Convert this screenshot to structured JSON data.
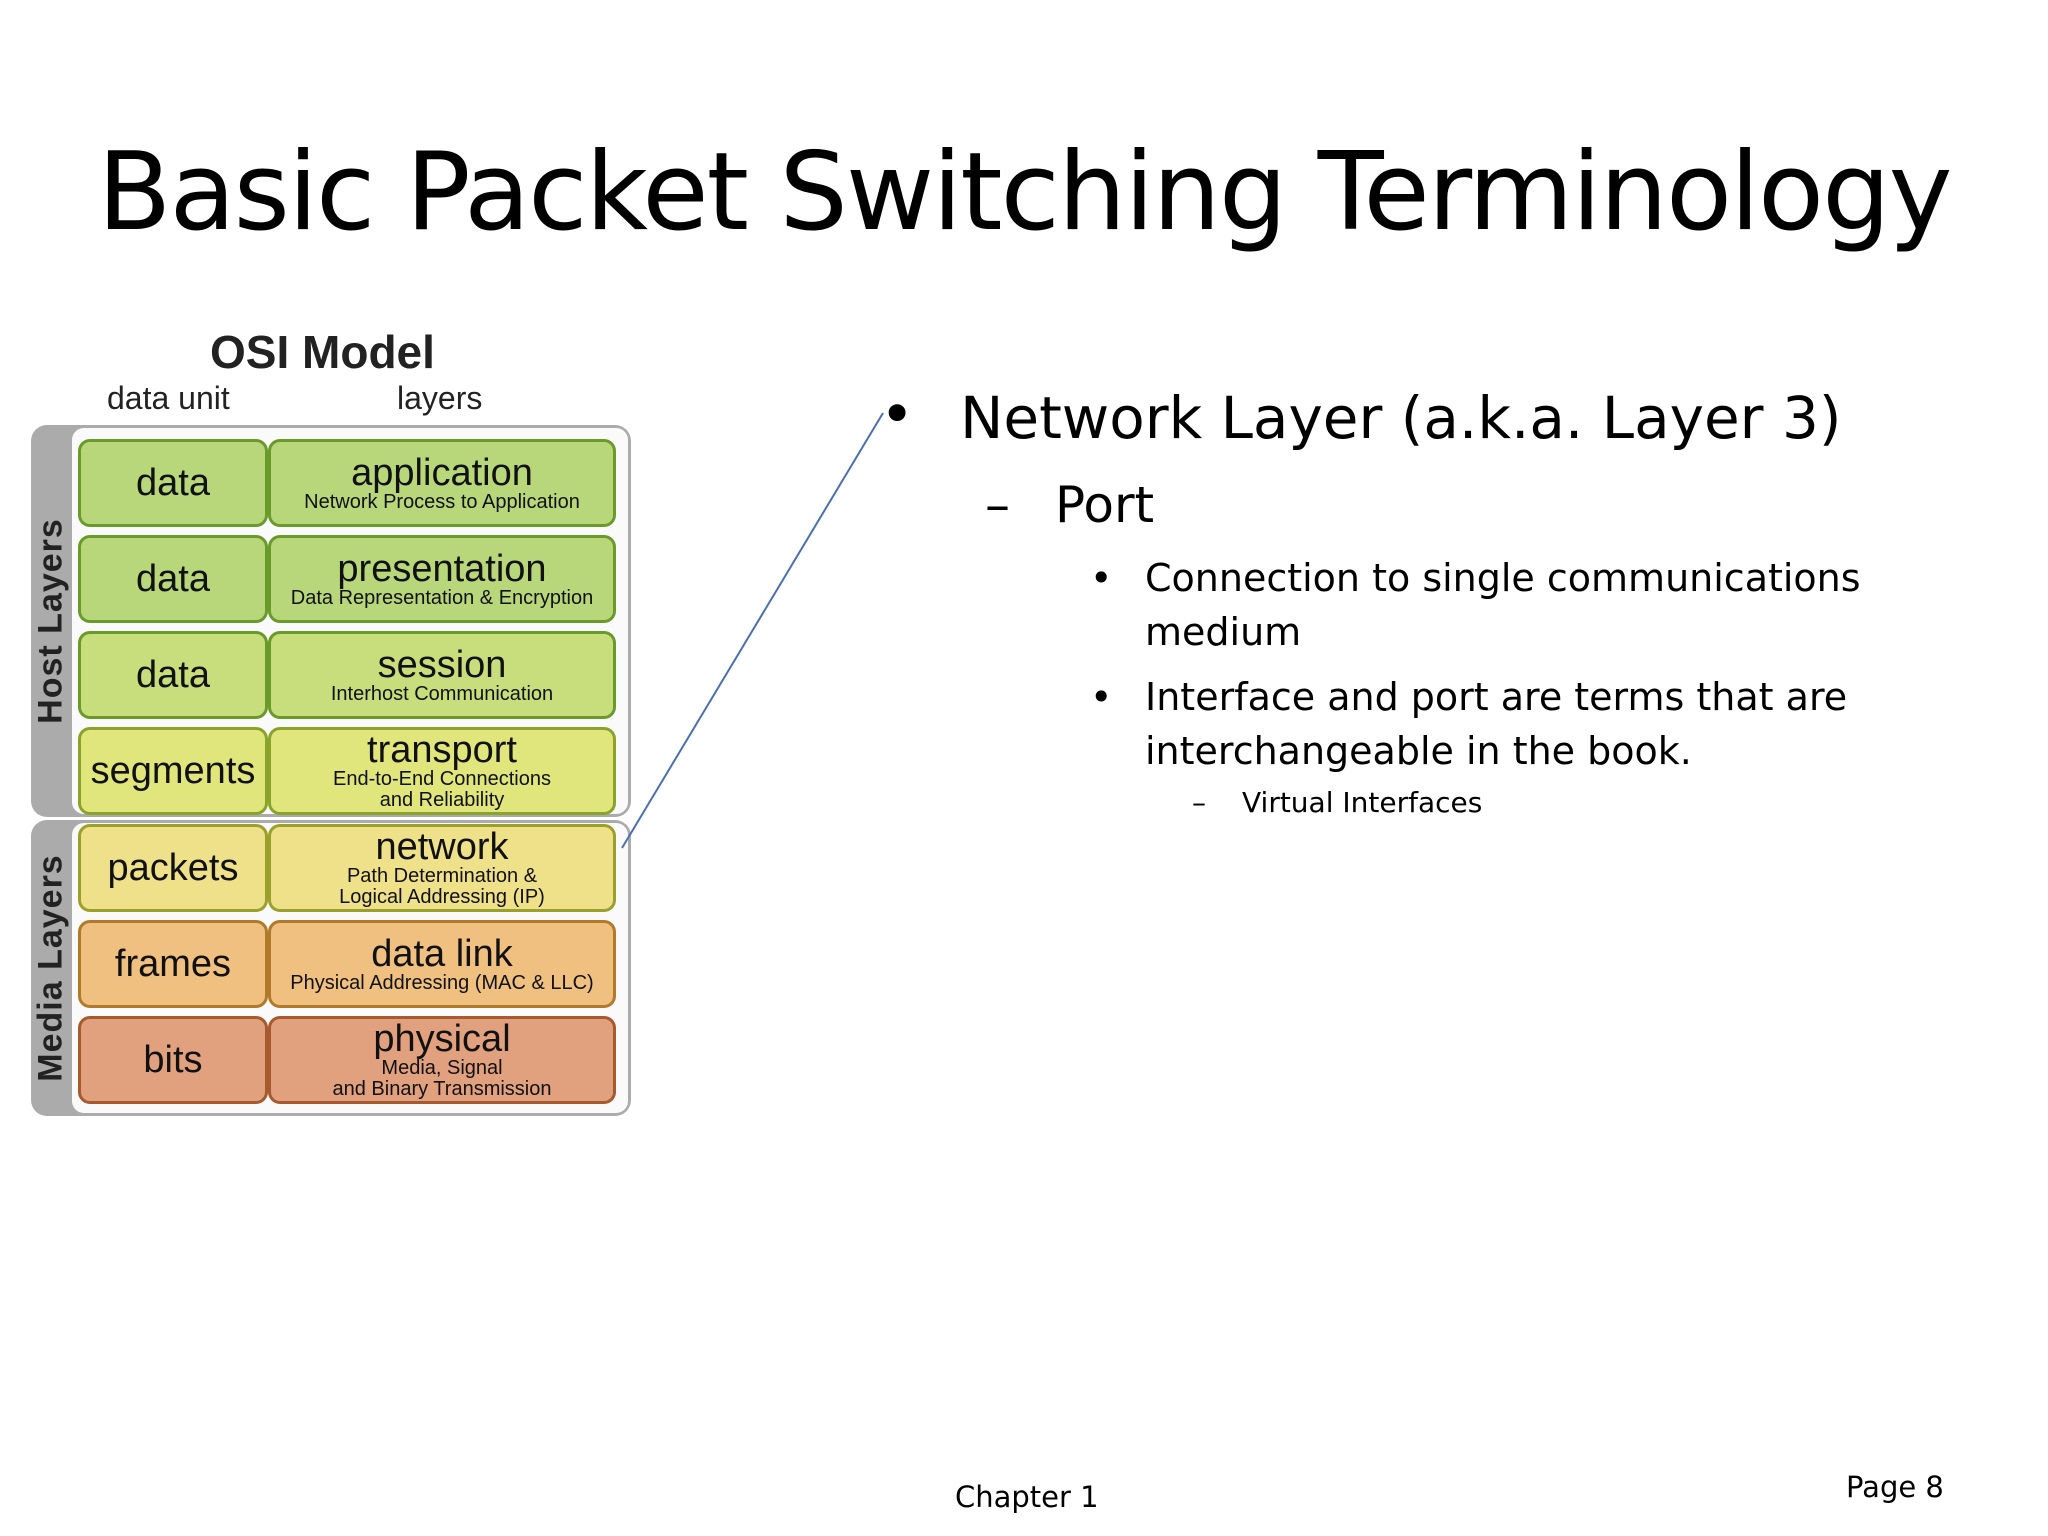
{
  "slide": {
    "title": "Basic Packet Switching Terminology",
    "footer_center": "Chapter 1",
    "footer_right": "Page 8"
  },
  "osi": {
    "title": "OSI Model",
    "col_unit": "data unit",
    "col_layers": "layers",
    "host_label": "Host Layers",
    "media_label": "Media Layers",
    "rows": [
      {
        "unit": "data",
        "layer": "application",
        "desc": [
          "Network Process to Application"
        ]
      },
      {
        "unit": "data",
        "layer": "presentation",
        "desc": [
          "Data Representation & Encryption"
        ]
      },
      {
        "unit": "data",
        "layer": "session",
        "desc": [
          "Interhost Communication"
        ]
      },
      {
        "unit": "segments",
        "layer": "transport",
        "desc": [
          "End-to-End Connections",
          "and Reliability"
        ]
      },
      {
        "unit": "packets",
        "layer": "network",
        "desc": [
          "Path Determination &",
          "Logical Addressing (IP)"
        ]
      },
      {
        "unit": "frames",
        "layer": "data link",
        "desc": [
          "Physical Addressing (MAC & LLC)"
        ]
      },
      {
        "unit": "bits",
        "layer": "physical",
        "desc": [
          "Media, Signal",
          "and Binary Transmission"
        ]
      }
    ]
  },
  "bullets": {
    "l1_mark": "•",
    "l1": "Network Layer (a.k.a. Layer 3)",
    "l2_mark": "–",
    "l2": "Port",
    "l3_mark": "•",
    "l3a": "Connection to single communications medium",
    "l3b": "Interface and port are terms that are interchangeable in the book.",
    "l4_mark": "–",
    "l4": "Virtual Interfaces"
  },
  "colors": {
    "connector": "#4a6fb5"
  }
}
